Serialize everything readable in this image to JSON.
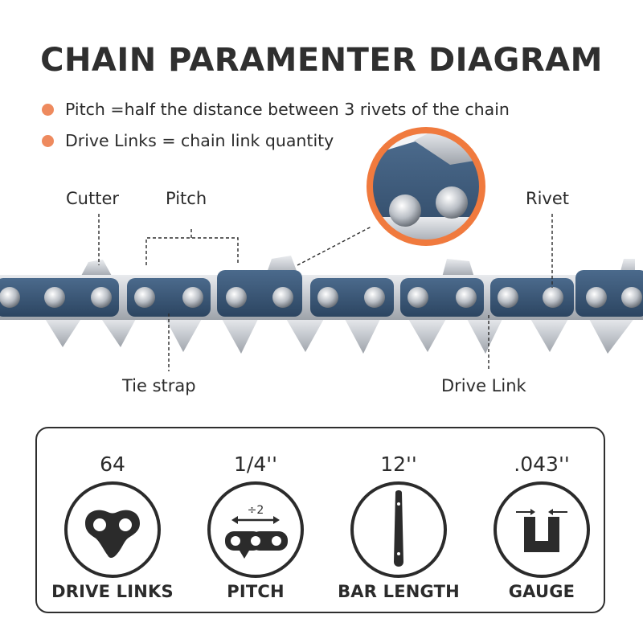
{
  "title": "CHAIN PARAMENTER DIAGRAM",
  "bullets": [
    "Pitch =half the distance between 3 rivets of the chain",
    "Drive Links = chain link quantity"
  ],
  "callouts": {
    "cutter": "Cutter",
    "pitch": "Pitch",
    "rivet": "Rivet",
    "tie_strap": "Tie strap",
    "drive_link": "Drive Link"
  },
  "specs": [
    {
      "value": "64",
      "label": "DRIVE LINKS",
      "icon": "drive-link-icon"
    },
    {
      "value": "1/4''",
      "label": "PITCH",
      "icon": "pitch-icon",
      "icon_text": "÷2"
    },
    {
      "value": "12''",
      "label": "BAR LENGTH",
      "icon": "bar-length-icon"
    },
    {
      "value": ".043''",
      "label": "GAUGE",
      "icon": "gauge-icon"
    }
  ],
  "colors": {
    "accent": "#ee8a5e",
    "zoom_ring": "#f07a3e",
    "link_blue": "#3b5878",
    "steel": "#c9ccd1",
    "text": "#2b2b2b"
  }
}
